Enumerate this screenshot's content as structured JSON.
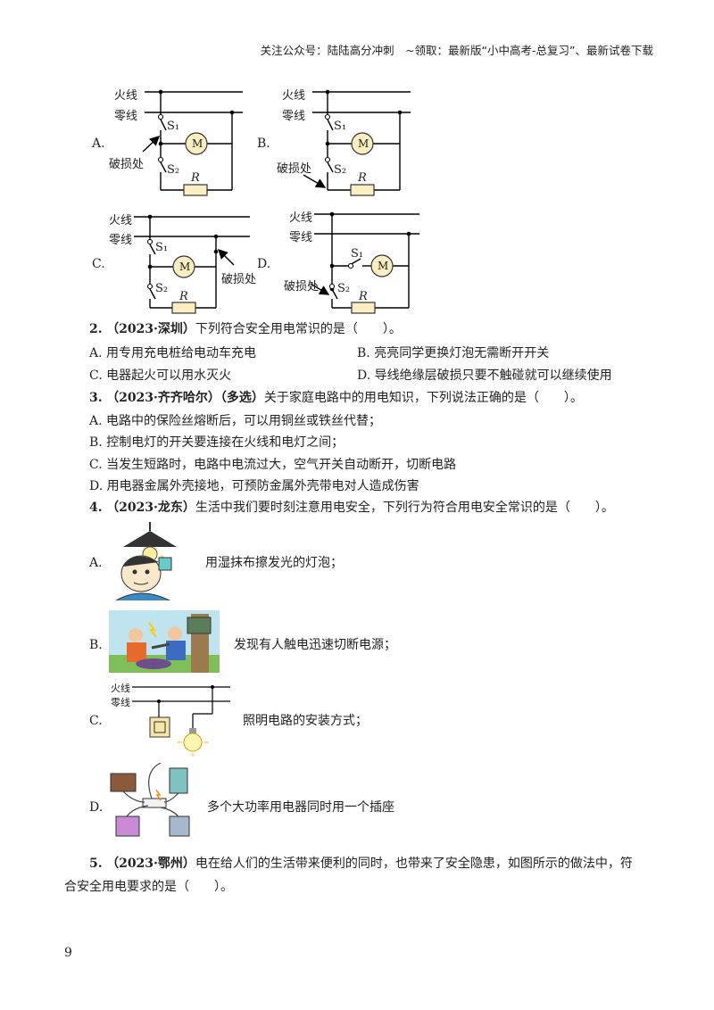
{
  "header": "关注公众号：陆陆高分冲刺　~领取：最新版“小中高考-总复习”、最新试卷下载",
  "circuit": {
    "live": "火线",
    "neutral": "零线",
    "s1": "S₁",
    "s2": "S₂",
    "motor": "M",
    "resistor": "R",
    "damage": "破损处",
    "options": [
      "A.",
      "B.",
      "C.",
      "D."
    ]
  },
  "q2": {
    "num": "2.",
    "source": "（2023·深圳）",
    "stem": "下列符合安全用电常识的是（　　）。",
    "options": [
      "A.  用专用充电桩给电动车充电",
      "B.  亮亮同学更换灯泡无需断开开关",
      "C.  电器起火可以用水灭火",
      "D.  导线绝缘层破损只要不触碰就可以继续使用"
    ]
  },
  "q3": {
    "num": "3.",
    "source": "（2023·齐齐哈尔）（多选）",
    "stem": "关于家庭电路中的用电知识，下列说法正确的是（　　）。",
    "options": [
      "A.  电路中的保险丝熔断后，可以用铜丝或铁丝代替；",
      "B.  控制电灯的开关要连接在火线和电灯之间；",
      "C.  当发生短路时，电路中电流过大，空气开关自动断开，切断电路",
      "D.  用电器金属外壳接地，可预防金属外壳带电对人造成伤害"
    ]
  },
  "q4": {
    "num": "4.",
    "source": "（2023·龙东）",
    "stem": "生活中我们要时刻注意用电安全，下列行为符合用电安全常识的是（　　）。",
    "options": [
      {
        "letter": "A.",
        "text": "用湿抹布擦发光的灯泡；"
      },
      {
        "letter": "B.",
        "text": "发现有人触电迅速切断电源；"
      },
      {
        "letter": "C.",
        "text": "照明电路的安装方式；"
      },
      {
        "letter": "D.",
        "text": "多个大功率用电器同时用一个插座"
      }
    ],
    "diagram_live": "火线",
    "diagram_neutral": "零线"
  },
  "q5": {
    "num": "5.",
    "source": "（2023·鄂州）",
    "line1": "电在给人们的生活带来便利的同时，也带来了安全隐患，如图所示的做法中，符",
    "line2": "合安全用电要求的是（　　）。"
  },
  "page_number": "9"
}
